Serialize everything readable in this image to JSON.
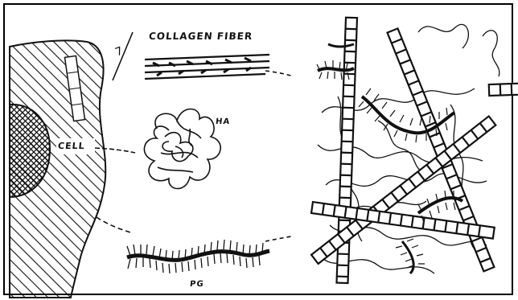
{
  "labels": {
    "collagen": "COLLAGEN FIBER",
    "cell": "CELL",
    "ha": "HA",
    "pg": "PG"
  },
  "colors": {
    "ink": "#111111",
    "background": "#ffffff"
  }
}
